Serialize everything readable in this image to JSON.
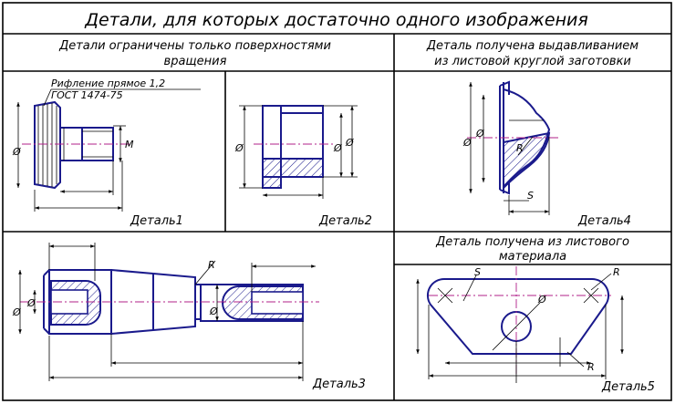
{
  "title": "Детали, для которых достаточно одного изображения",
  "sections": {
    "rotation": {
      "heading_lines": [
        "Детали ограничены только поверхностями",
        "вращения"
      ]
    },
    "extrusion": {
      "heading_lines": [
        "Деталь получена выдавливанием",
        "из листовой круглой заготовки"
      ]
    },
    "sheet": {
      "heading_lines": [
        "Деталь получена из листового",
        "материала"
      ]
    }
  },
  "captions": {
    "part1": "Деталь1",
    "part2": "Деталь2",
    "part3": "Деталь3",
    "part4": "Деталь4",
    "part5": "Деталь5"
  },
  "annotations": {
    "knurl_note": "Рифление прямое 1,2",
    "knurl_standard": "ГОСТ 1474-75"
  },
  "dimension_symbols": {
    "diameter": "Ø",
    "thread": "М",
    "radius": "R",
    "thickness": "S"
  },
  "colors": {
    "outline": "#1a1a8c",
    "axis": "#b0208a",
    "frame": "#000000"
  }
}
